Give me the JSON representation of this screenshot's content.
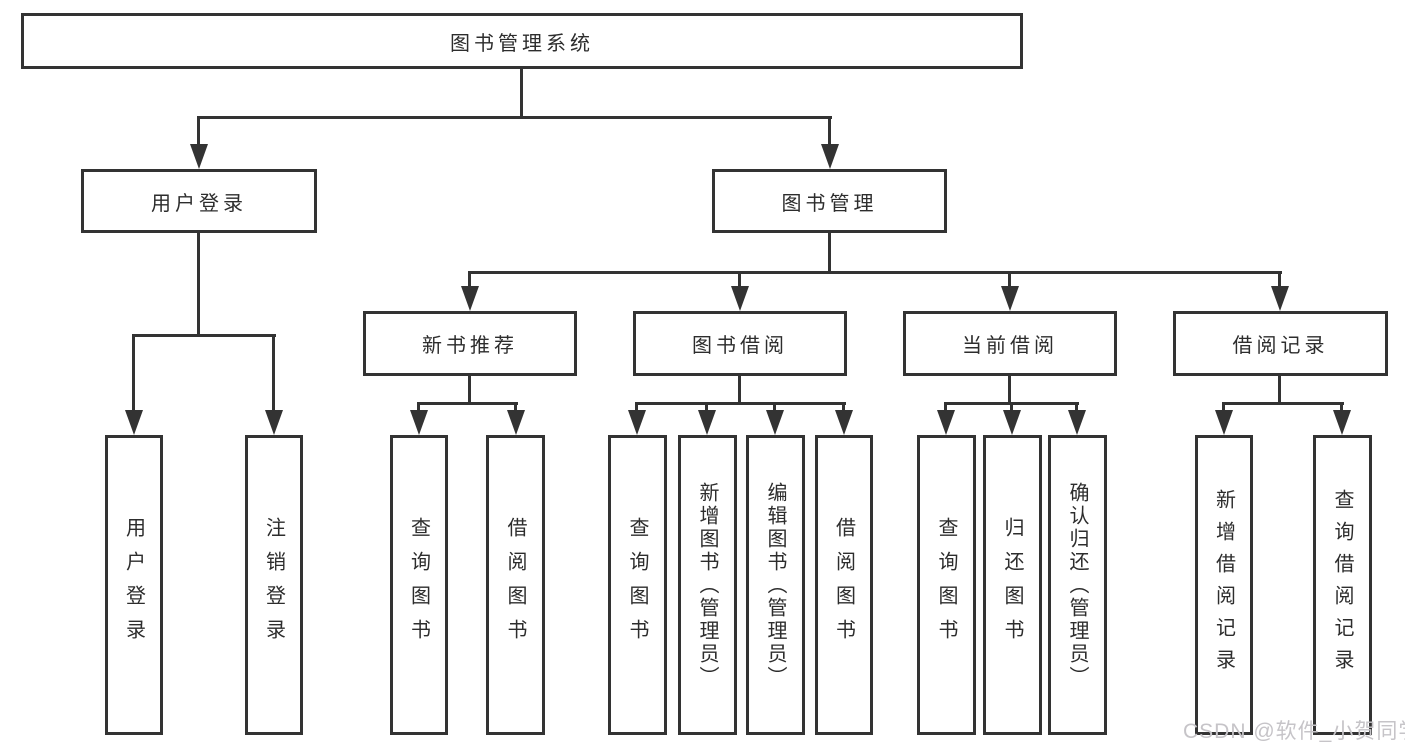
{
  "tree": {
    "label": "图书管理系统",
    "children": [
      {
        "label": "用户登录",
        "children": [
          {
            "label": "用户登录"
          },
          {
            "label": "注销登录"
          }
        ]
      },
      {
        "label": "图书管理",
        "children": [
          {
            "label": "新书推荐",
            "children": [
              {
                "label": "查询图书"
              },
              {
                "label": "借阅图书"
              }
            ]
          },
          {
            "label": "图书借阅",
            "children": [
              {
                "label": "查询图书"
              },
              {
                "label": "新增图书（管理员）"
              },
              {
                "label": "编辑图书（管理员）"
              },
              {
                "label": "借阅图书"
              }
            ]
          },
          {
            "label": "当前借阅",
            "children": [
              {
                "label": "查询图书"
              },
              {
                "label": "归还图书"
              },
              {
                "label": "确认归还（管理员）"
              }
            ]
          },
          {
            "label": "借阅记录",
            "children": [
              {
                "label": "新增借阅记录"
              },
              {
                "label": "查询借阅记录"
              }
            ]
          }
        ]
      }
    ]
  },
  "watermark": {
    "text": "CSDN @软件_小贺同学"
  },
  "colors": {
    "line": "#333333",
    "text": "#2d2d2d",
    "background": "#ffffff",
    "watermark": "#c6c4c8"
  }
}
